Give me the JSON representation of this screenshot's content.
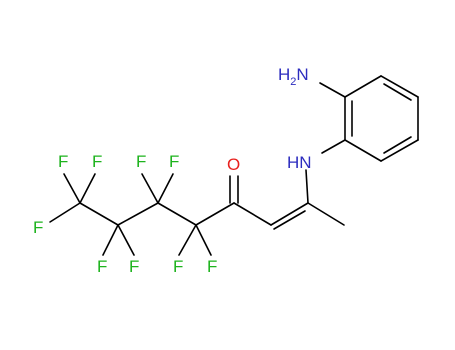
{
  "colors": {
    "carbon_bond": "#000000",
    "fluorine": "#1db31d",
    "oxygen": "#e8211e",
    "nitrogen": "#2d2dbf"
  },
  "atoms": {
    "amine_nh2": {
      "symbol": "H",
      "subscript": "2",
      "tail": "N",
      "element": "nitrogen"
    },
    "amine_nh": {
      "text": "HN",
      "element": "nitrogen"
    },
    "ketone_o": {
      "text": "O",
      "element": "oxygen"
    },
    "fluorines": [
      "F",
      "F",
      "F",
      "F",
      "F",
      "F",
      "F",
      "F",
      "F"
    ]
  }
}
